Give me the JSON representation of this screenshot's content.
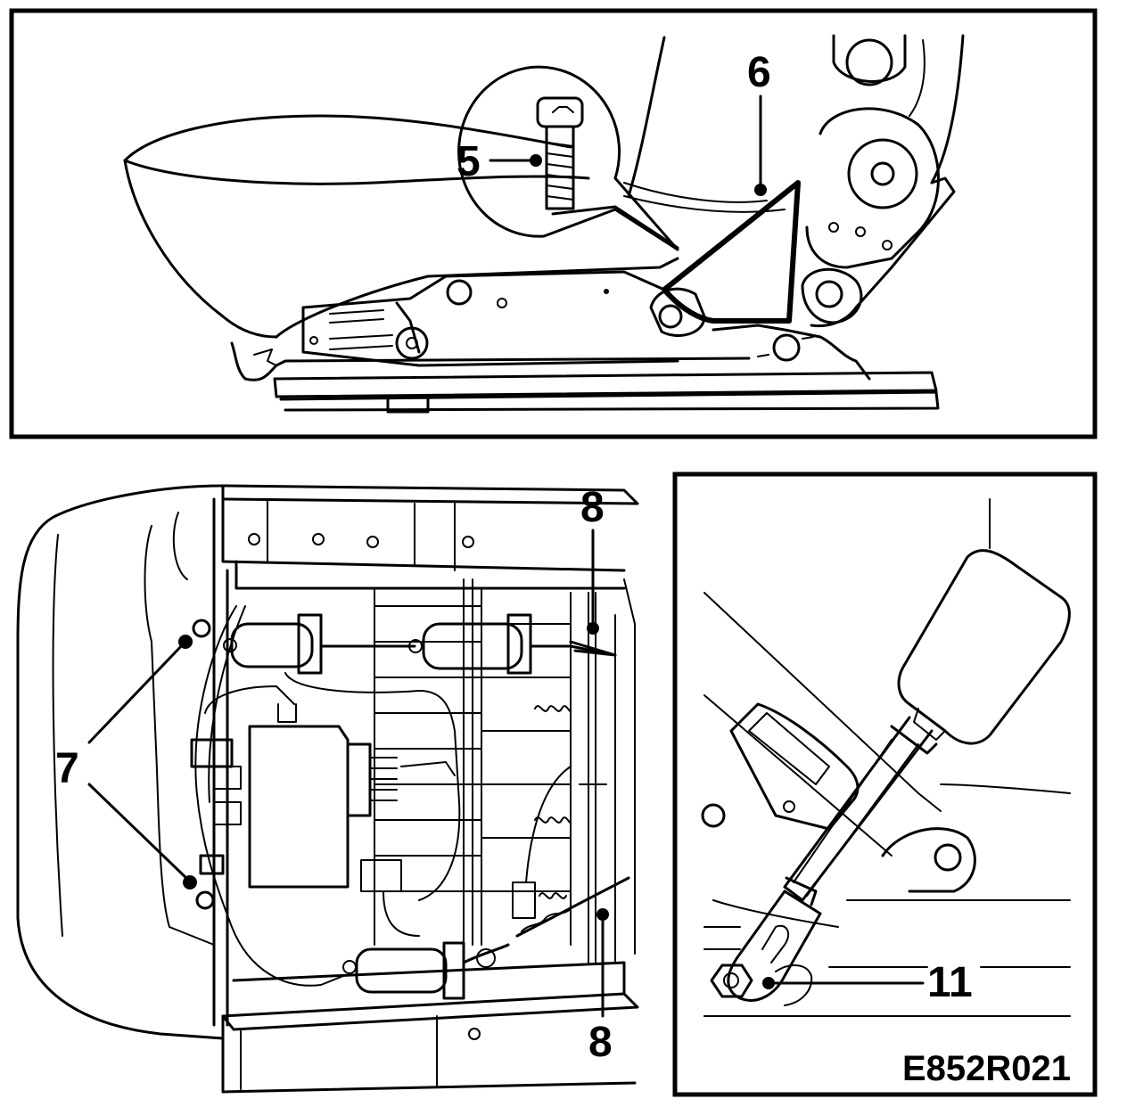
{
  "callouts": {
    "c5": "5",
    "c6": "6",
    "c7": "7",
    "c8_top": "8",
    "c8_bottom": "8",
    "c11": "11"
  },
  "figure_code": "E852R021"
}
